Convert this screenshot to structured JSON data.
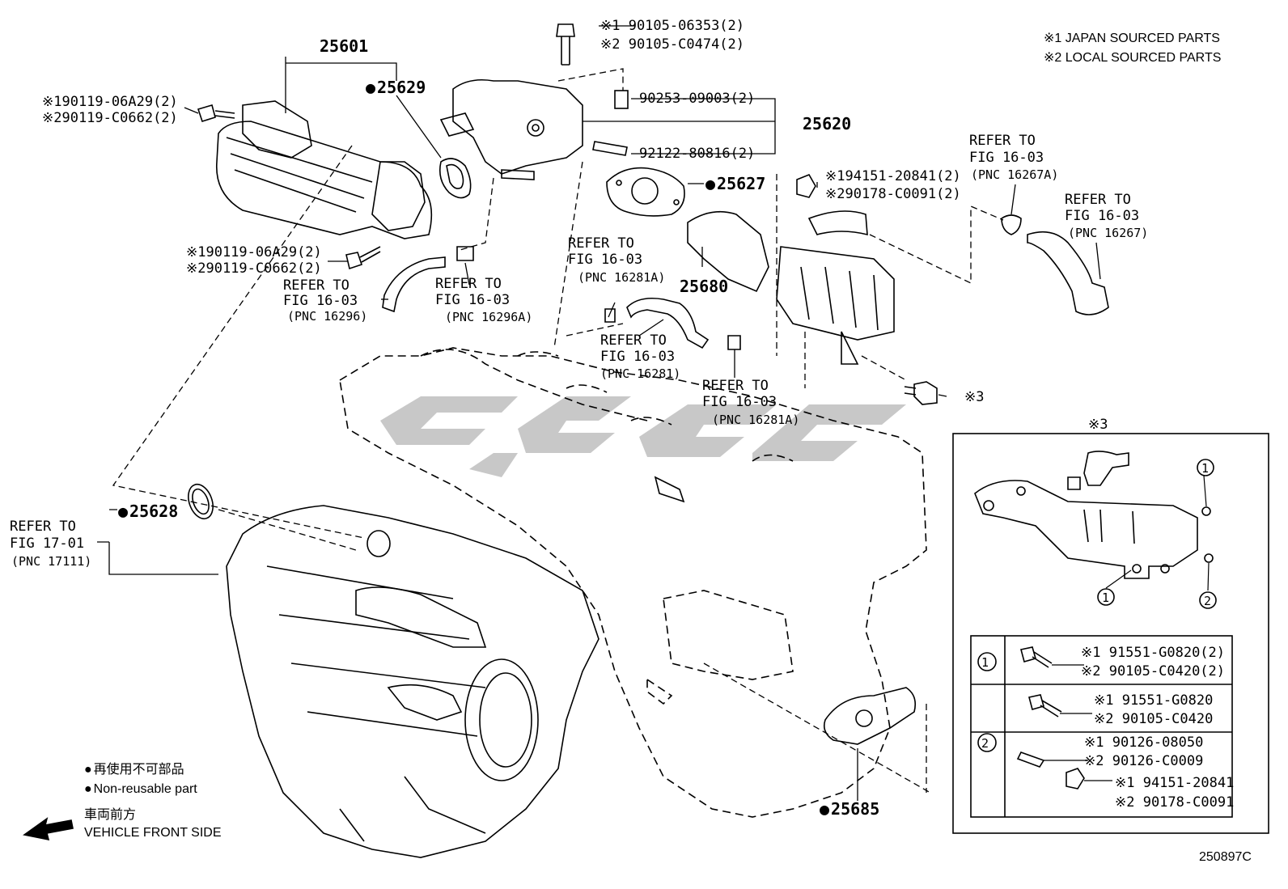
{
  "legend": {
    "note1": "※1 JAPAN SOURCED PARTS",
    "note2": "※2 LOCAL SOURCED PARTS",
    "nonreusable_jp": "再使用不可部品",
    "nonreusable_en": "Non-reusable part",
    "front_jp": "車両前方",
    "front_en": "VEHICLE FRONT SIDE",
    "figure_code": "250897C"
  },
  "parts": {
    "p25601": "25601",
    "p25629": "25629",
    "p25620": "25620",
    "p25627": "25627",
    "p25680": "25680",
    "p25628": "25628",
    "p25685": "25685",
    "bolt_top_1": "※1 90105-06353(2)",
    "bolt_top_2": "※2 90105-C0474(2)",
    "pin_a": "90253-09003(2)",
    "stud_a": "92122-80816(2)",
    "bolt_left_1a": "※190119-06A29(2)",
    "bolt_left_2a": "※290119-C0662(2)",
    "bolt_left_1b": "※190119-06A29(2)",
    "bolt_left_2b": "※290119-C0662(2)",
    "nut_1": "※194151-20841(2)",
    "nut_2": "※290178-C0091(2)",
    "ref3": "※3",
    "ref3_box": "※3"
  },
  "refs": {
    "r16296": [
      "REFER TO",
      "FIG 16-03",
      "(PNC 16296)"
    ],
    "r16296a": [
      "REFER TO",
      "FIG 16-03",
      "(PNC 16296A)"
    ],
    "r16281a_1": [
      "REFER TO",
      "FIG 16-03",
      "(PNC 16281A)"
    ],
    "r16281": [
      "REFER TO",
      "FIG 16-03",
      "(PNC 16281)"
    ],
    "r16281a_2": [
      "REFER TO",
      "FIG 16-03",
      "(PNC 16281A)"
    ],
    "r16267a": [
      "REFER TO",
      "FIG 16-03",
      "(PNC 16267A)"
    ],
    "r16267": [
      "REFER TO",
      "FIG 16-03",
      "(PNC 16267)"
    ],
    "r17111": [
      "REFER TO",
      "FIG 17-01",
      "(PNC 17111)"
    ]
  },
  "table": {
    "row1_num": "①",
    "row1_a": "※1 91551-G0820(2)",
    "row1_b": "※2 90105-C0420(2)",
    "row2a_a": "※1 91551-G0820",
    "row2a_b": "※2 90105-C0420",
    "row2_num": "②",
    "row2b_a": "※1 90126-08050",
    "row2b_b": "※2 90126-C0009",
    "row2b_c": "※1 94151-20841",
    "row2b_d": "※2 90178-C0091",
    "callout1a": "1",
    "callout1b": "1",
    "callout2": "2",
    "callout2b": "2"
  }
}
